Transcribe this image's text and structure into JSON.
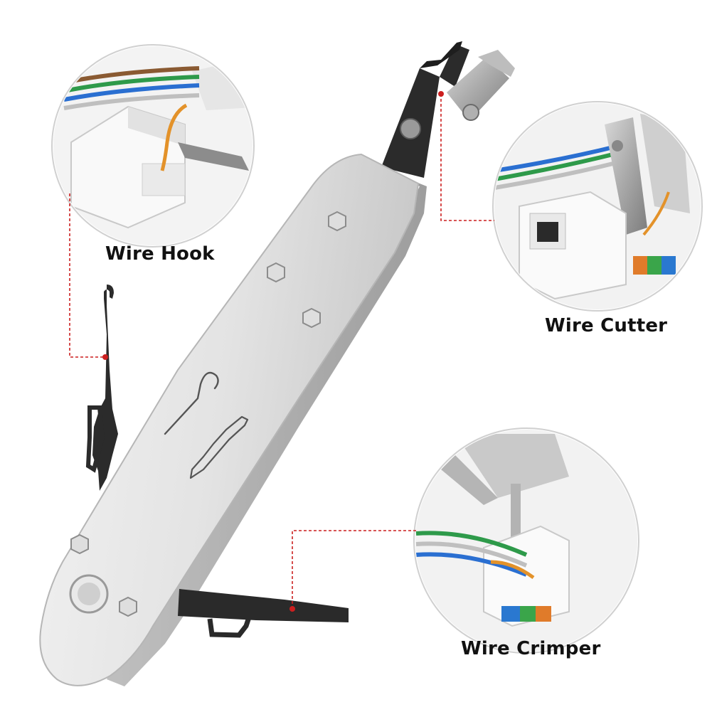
{
  "callouts": {
    "wire_hook": {
      "label": "Wire Hook"
    },
    "wire_cutter": {
      "label": "Wire Cutter"
    },
    "wire_crimper": {
      "label": "Wire Crimper"
    }
  },
  "tool": {
    "body_color": "#e2e2e2",
    "blade_color": "#2a2a2a",
    "pointer_color": "#cc1f1f"
  },
  "icons": [
    "hook-icon",
    "cutter-blade-icon",
    "crimper-blade-icon"
  ]
}
